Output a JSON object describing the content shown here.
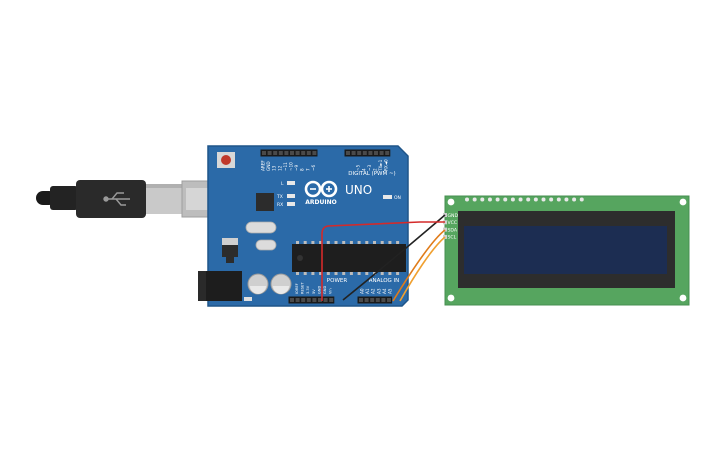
{
  "arduino": {
    "brand": "ARDUINO",
    "model": "UNO",
    "digital_label": "DIGITAL (PWM ~)",
    "power_label": "POWER",
    "analog_label": "ANALOG IN",
    "tx_label": "TX",
    "rx_label": "RX",
    "on_label": "ON",
    "l_label": "L",
    "digital_pins": [
      "AREF",
      "GND",
      "13",
      "12",
      "~11",
      "~10",
      "~9",
      "8",
      "7",
      "~6",
      "~5",
      "4",
      "~3",
      "2",
      "TX►1",
      "RX◄0"
    ],
    "power_pins": [
      "IOREF",
      "RESET",
      "3.3V",
      "5V",
      "GND",
      "GND",
      "Vin"
    ],
    "analog_pins": [
      "A0",
      "A1",
      "A2",
      "A3",
      "A4",
      "A5"
    ]
  },
  "lcd": {
    "pins": [
      "GND",
      "VCC",
      "SDA",
      "SCL"
    ]
  },
  "colors": {
    "board": "#2b6aa8",
    "board_dark": "#1f5589",
    "lcd_pcb": "#56a55f",
    "lcd_screen": "#1c2d52",
    "wire_gnd": "#222222",
    "wire_vcc": "#d42a2a",
    "wire_sda": "#e07c1a",
    "wire_scl": "#f0a030"
  },
  "icons": {
    "usb": "usb-trident-icon",
    "logo": "arduino-infinity-logo"
  }
}
